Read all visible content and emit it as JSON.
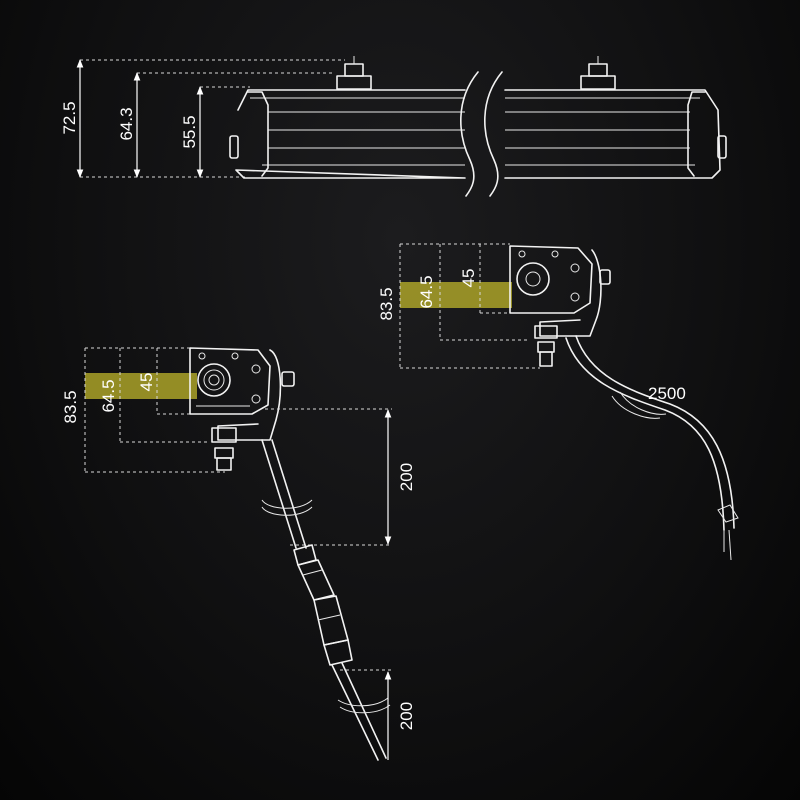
{
  "diagram": {
    "top_view": {
      "dims": [
        "72.5",
        "64.3",
        "55.5"
      ]
    },
    "side_view_left": {
      "dims": [
        "83.5",
        "64.5",
        "45"
      ],
      "cable_dims": [
        "200",
        "200"
      ]
    },
    "side_view_right": {
      "dims": [
        "83.5",
        "64.5",
        "45"
      ],
      "cable_length": "2500"
    },
    "colors": {
      "background": "#111112",
      "line": "#f2f2f2",
      "highlight": "#b8b02a"
    }
  }
}
